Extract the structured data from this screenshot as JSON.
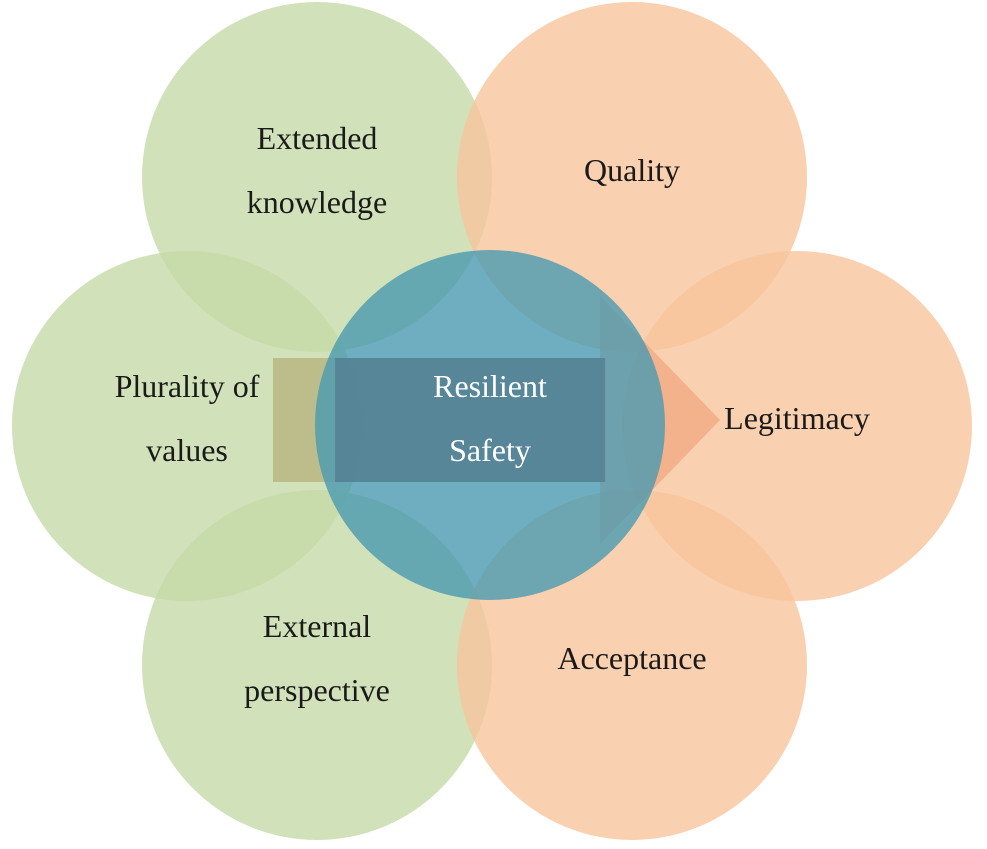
{
  "center": {
    "line1": "Resilient",
    "line2": "Safety",
    "color": "#4a9ab0"
  },
  "left_nodes": {
    "top": {
      "line1": "Extended",
      "line2": "knowledge"
    },
    "middle": {
      "line1": "Plurality of",
      "line2": "values"
    },
    "bottom": {
      "line1": "External",
      "line2": "perspective"
    },
    "color": "#c5d9a8"
  },
  "right_nodes": {
    "top": {
      "label": "Quality"
    },
    "middle": {
      "label": "Legitimacy"
    },
    "bottom": {
      "label": "Acceptance"
    },
    "color": "#f7c49c"
  },
  "arrow": {
    "direction": "left-to-right",
    "left_color": "#b5b07c",
    "right_color": "#f0a880"
  }
}
